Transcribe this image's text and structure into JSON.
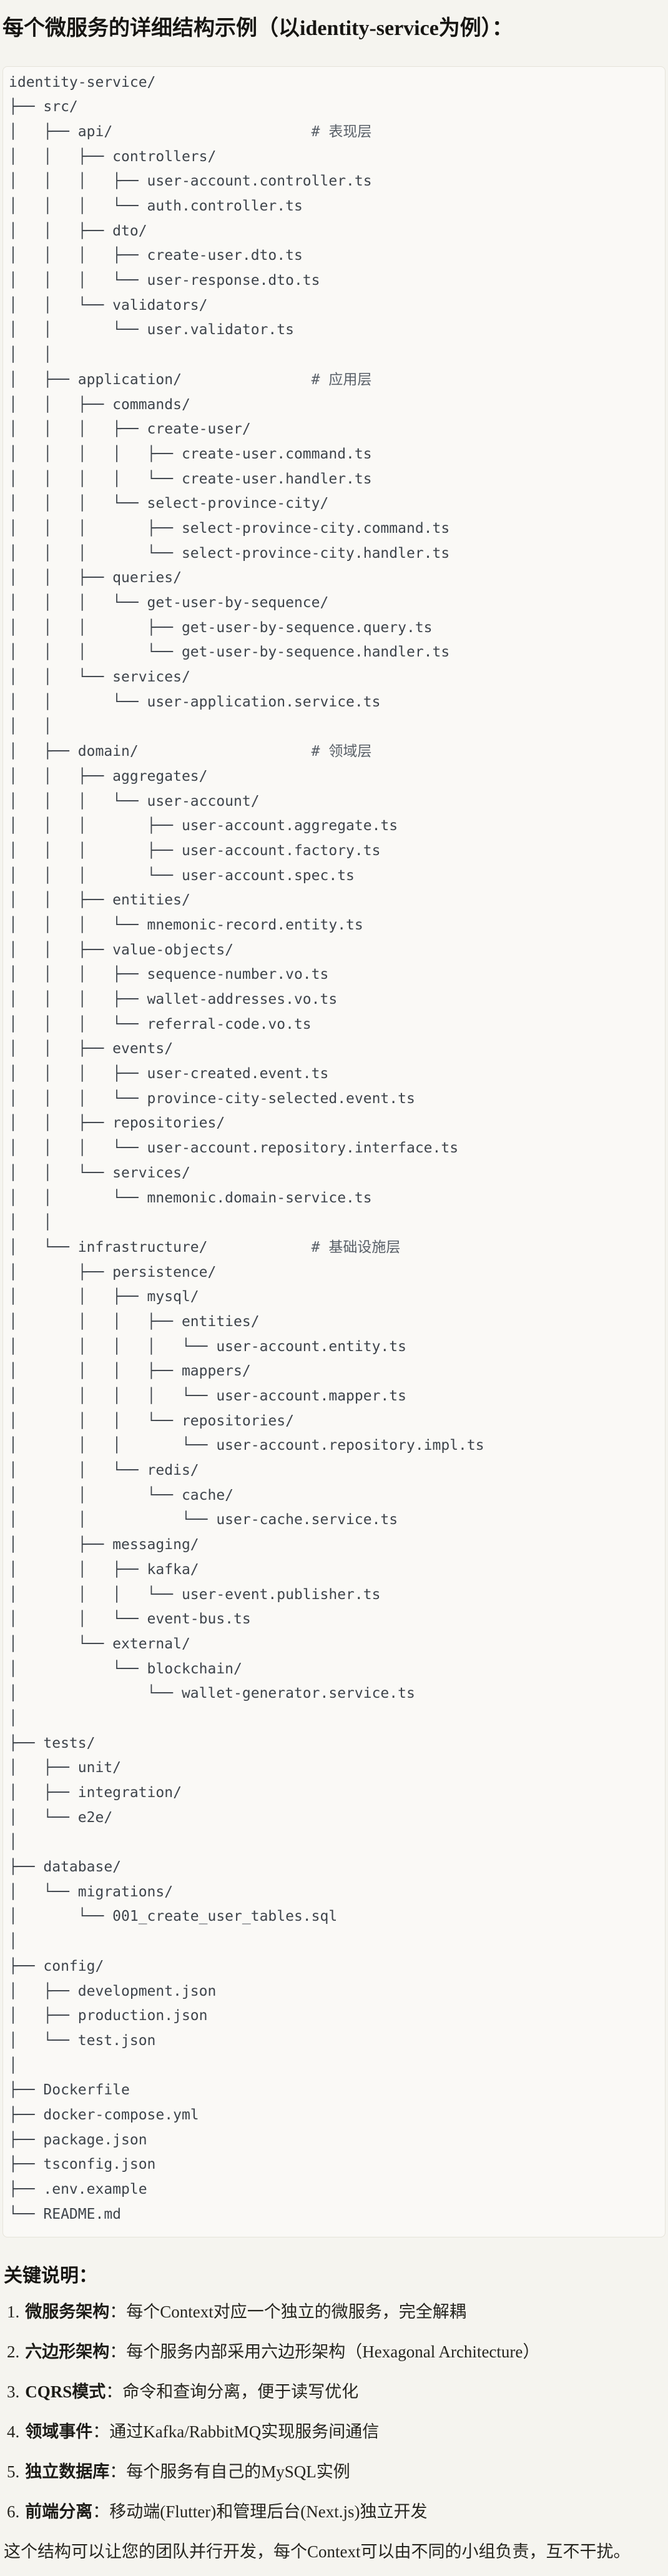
{
  "page": {
    "title": "每个微服务的详细结构示例（以identity-service为例）：",
    "notes_heading": "关键说明：",
    "notes": [
      {
        "num": "1.",
        "label": "微服务架构",
        "text": "：每个Context对应一个独立的微服务，完全解耦"
      },
      {
        "num": "2.",
        "label": "六边形架构",
        "text": "：每个服务内部采用六边形架构（Hexagonal Architecture）"
      },
      {
        "num": "3.",
        "label": "CQRS模式",
        "text": "：命令和查询分离，便于读写优化"
      },
      {
        "num": "4.",
        "label": "领域事件",
        "text": "：通过Kafka/RabbitMQ实现服务间通信"
      },
      {
        "num": "5.",
        "label": "独立数据库",
        "text": "：每个服务有自己的MySQL实例"
      },
      {
        "num": "6.",
        "label": "前端分离",
        "text": "：移动端(Flutter)和管理后台(Next.js)独立开发"
      }
    ],
    "footer": "这个结构可以让您的团队并行开发，每个Context可以由不同的小组负责，互不干扰。"
  },
  "colors": {
    "page_background": "#f5f4ef",
    "code_block_background": "#faf9f6",
    "code_block_border": "#e6e3da",
    "tree_text": "#3e444b",
    "comment_text": "#596068"
  },
  "tree": {
    "lines": [
      "identity-service/",
      "├── src/",
      "│   ├── api/                       # 表现层",
      "│   │   ├── controllers/",
      "│   │   │   ├── user-account.controller.ts",
      "│   │   │   └── auth.controller.ts",
      "│   │   ├── dto/",
      "│   │   │   ├── create-user.dto.ts",
      "│   │   │   └── user-response.dto.ts",
      "│   │   └── validators/",
      "│   │       └── user.validator.ts",
      "│   │",
      "│   ├── application/               # 应用层",
      "│   │   ├── commands/",
      "│   │   │   ├── create-user/",
      "│   │   │   │   ├── create-user.command.ts",
      "│   │   │   │   └── create-user.handler.ts",
      "│   │   │   └── select-province-city/",
      "│   │   │       ├── select-province-city.command.ts",
      "│   │   │       └── select-province-city.handler.ts",
      "│   │   ├── queries/",
      "│   │   │   └── get-user-by-sequence/",
      "│   │   │       ├── get-user-by-sequence.query.ts",
      "│   │   │       └── get-user-by-sequence.handler.ts",
      "│   │   └── services/",
      "│   │       └── user-application.service.ts",
      "│   │",
      "│   ├── domain/                    # 领域层",
      "│   │   ├── aggregates/",
      "│   │   │   └── user-account/",
      "│   │   │       ├── user-account.aggregate.ts",
      "│   │   │       ├── user-account.factory.ts",
      "│   │   │       └── user-account.spec.ts",
      "│   │   ├── entities/",
      "│   │   │   └── mnemonic-record.entity.ts",
      "│   │   ├── value-objects/",
      "│   │   │   ├── sequence-number.vo.ts",
      "│   │   │   ├── wallet-addresses.vo.ts",
      "│   │   │   └── referral-code.vo.ts",
      "│   │   ├── events/",
      "│   │   │   ├── user-created.event.ts",
      "│   │   │   └── province-city-selected.event.ts",
      "│   │   ├── repositories/",
      "│   │   │   └── user-account.repository.interface.ts",
      "│   │   └── services/",
      "│   │       └── mnemonic.domain-service.ts",
      "│   │",
      "│   └── infrastructure/            # 基础设施层",
      "│       ├── persistence/",
      "│       │   ├── mysql/",
      "│       │   │   ├── entities/",
      "│       │   │   │   └── user-account.entity.ts",
      "│       │   │   ├── mappers/",
      "│       │   │   │   └── user-account.mapper.ts",
      "│       │   │   └── repositories/",
      "│       │   │       └── user-account.repository.impl.ts",
      "│       │   └── redis/",
      "│       │       └── cache/",
      "│       │           └── user-cache.service.ts",
      "│       ├── messaging/",
      "│       │   ├── kafka/",
      "│       │   │   └── user-event.publisher.ts",
      "│       │   └── event-bus.ts",
      "│       └── external/",
      "│           └── blockchain/",
      "│               └── wallet-generator.service.ts",
      "│",
      "├── tests/",
      "│   ├── unit/",
      "│   ├── integration/",
      "│   └── e2e/",
      "│",
      "├── database/",
      "│   └── migrations/",
      "│       └── 001_create_user_tables.sql",
      "│",
      "├── config/",
      "│   ├── development.json",
      "│   ├── production.json",
      "│   └── test.json",
      "│",
      "├── Dockerfile",
      "├── docker-compose.yml",
      "├── package.json",
      "├── tsconfig.json",
      "├── .env.example",
      "└── README.md"
    ]
  }
}
